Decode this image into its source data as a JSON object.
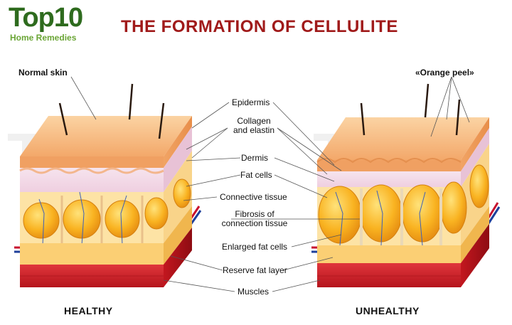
{
  "logo": {
    "main": "Top10",
    "sub": "Home Remedies"
  },
  "title": "THE FORMATION OF CELLULITE",
  "labels": {
    "normal_skin": "Normal skin",
    "orange_peel": "«Orange peel»",
    "epidermis": "Epidermis",
    "collagen": "Collagen",
    "and_elastin": "and elastin",
    "dermis": "Dermis",
    "fat_cells": "Fat cells",
    "connective_tissue": "Connective tissue",
    "fibrosis_of": "Fibrosis of",
    "connection_tissue": "connection tissue",
    "enlarged_fat_cells": "Enlarged fat cells",
    "reserve_fat_layer": "Reserve fat layer",
    "muscles": "Muscles"
  },
  "sections": {
    "healthy": "HEALTHY",
    "unhealthy": "UNHEALTHY"
  },
  "colors": {
    "title": "#a01a1a",
    "logo_green": "#2e6b1e",
    "epidermis": "#f6b877",
    "dermis": "#f3dbe7",
    "fat": "#f7a51c",
    "muscle": "#d3222a",
    "artery": "#c8102e",
    "vein": "#1e3f9a"
  }
}
